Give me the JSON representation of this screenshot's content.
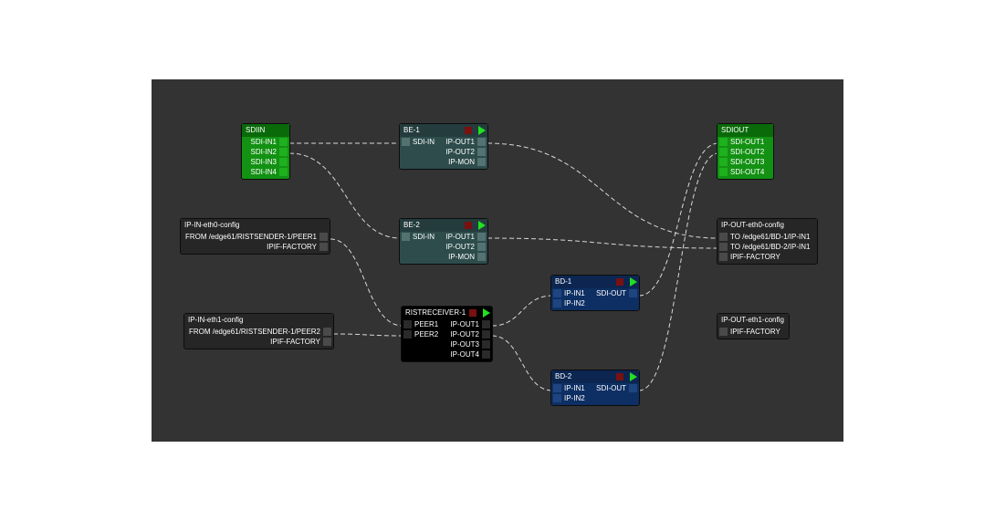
{
  "nodes": {
    "sdiin": {
      "title": "SDIIN",
      "outputs": [
        "SDI-IN1",
        "SDI-IN2",
        "SDI-IN3",
        "SDI-IN4"
      ]
    },
    "be1": {
      "title": "BE-1",
      "inputs": [
        "SDI-IN"
      ],
      "outputs": [
        "IP-OUT1",
        "IP-OUT2",
        "IP-MON"
      ]
    },
    "be2": {
      "title": "BE-2",
      "inputs": [
        "SDI-IN"
      ],
      "outputs": [
        "IP-OUT1",
        "IP-OUT2",
        "IP-MON"
      ]
    },
    "sdiout": {
      "title": "SDIOUT",
      "inputs": [
        "SDI-OUT1",
        "SDI-OUT2",
        "SDI-OUT3",
        "SDI-OUT4"
      ]
    },
    "ip_in_eth0": {
      "title": "IP-IN-eth0-config",
      "outputs": [
        "FROM /edge61/RISTSENDER-1/PEER1",
        "IPIF-FACTORY"
      ]
    },
    "ip_in_eth1": {
      "title": "IP-IN-eth1-config",
      "outputs": [
        "FROM /edge61/RISTSENDER-1/PEER2",
        "IPIF-FACTORY"
      ]
    },
    "ip_out_eth0": {
      "title": "IP-OUT-eth0-config",
      "inputs": [
        "TO /edge61/BD-1/IP-IN1",
        "TO /edge61/BD-2/IP-IN1",
        "IPIF-FACTORY"
      ]
    },
    "ip_out_eth1": {
      "title": "IP-OUT-eth1-config",
      "inputs": [
        "IPIF-FACTORY"
      ]
    },
    "ristreceiver": {
      "title": "RISTRECEIVER-1",
      "inputs": [
        "PEER1",
        "PEER2"
      ],
      "outputs": [
        "IP-OUT1",
        "IP-OUT2",
        "IP-OUT3",
        "IP-OUT4"
      ]
    },
    "bd1": {
      "title": "BD-1",
      "inputs": [
        "IP-IN1",
        "IP-IN2"
      ],
      "outputs": [
        "SDI-OUT"
      ]
    },
    "bd2": {
      "title": "BD-2",
      "inputs": [
        "IP-IN1",
        "IP-IN2"
      ],
      "outputs": [
        "SDI-OUT"
      ]
    }
  },
  "icons": {
    "stop": "stop-square-icon",
    "play": "play-triangle-icon",
    "port": "port-square-icon"
  },
  "colors": {
    "canvas": "#333333",
    "green_node": "#139113",
    "teal_node": "#2e4c4c",
    "blue_node": "#0e2f63",
    "dark_node": "#262626",
    "play": "#22e022",
    "stop": "#7a1010",
    "wire": "#d8d8d8"
  }
}
